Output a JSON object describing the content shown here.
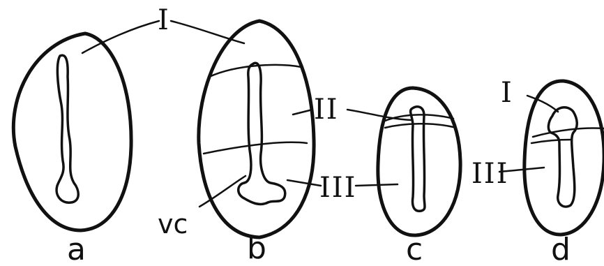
{
  "figure": {
    "labels": {
      "zone_I_top": "I",
      "zone_II": "II",
      "zone_III": "III",
      "zone_III_d": "III",
      "zone_I_d": "I",
      "vc": "vc"
    },
    "panels": [
      {
        "id": "a",
        "caption": "a"
      },
      {
        "id": "b",
        "caption": "b"
      },
      {
        "id": "c",
        "caption": "c"
      },
      {
        "id": "d",
        "caption": "d"
      }
    ]
  }
}
